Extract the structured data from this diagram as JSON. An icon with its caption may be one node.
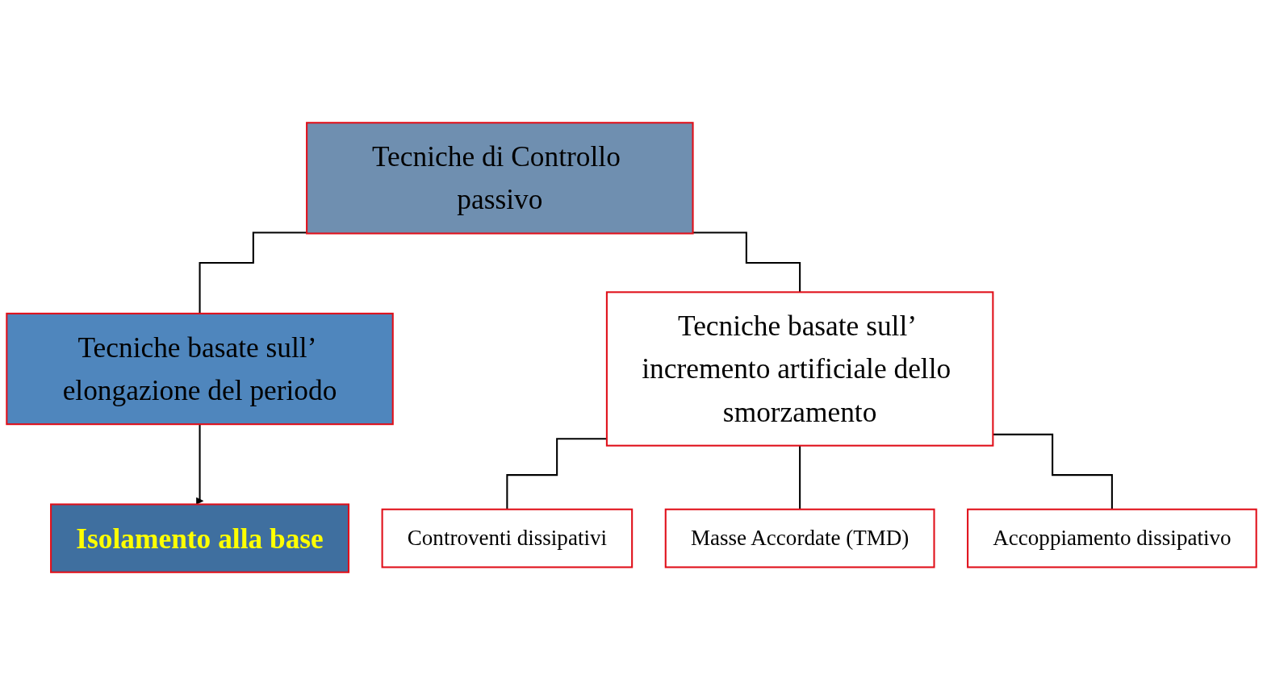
{
  "diagram": {
    "nodes": [
      {
        "text": [
          "Tecniche di Controllo passivo"
        ]
      },
      {
        "text": [
          "Tecniche basate sull’ elongazione del periodo"
        ]
      },
      {
        "text": [
          "Tecniche basate sull’ incremento artificiale dello smorzamento"
        ]
      },
      {
        "text": [
          "Isolamento alla base"
        ]
      },
      {
        "text": [
          "Controventi dissipativi"
        ]
      },
      {
        "text": [
          "Masse Accordate (TMD)"
        ]
      },
      {
        "text": [
          "Accoppiamento dissipativo"
        ]
      }
    ],
    "edges": [
      {
        "from": 0,
        "to": 1,
        "arrow": "none"
      },
      {
        "from": 0,
        "to": 2,
        "arrow": "none"
      },
      {
        "from": 1,
        "to": 3,
        "arrow": "to"
      },
      {
        "from": 2,
        "to": 4,
        "arrow": "none"
      },
      {
        "from": 2,
        "to": 5,
        "arrow": "none"
      },
      {
        "from": 2,
        "to": 6,
        "arrow": "none"
      }
    ]
  }
}
